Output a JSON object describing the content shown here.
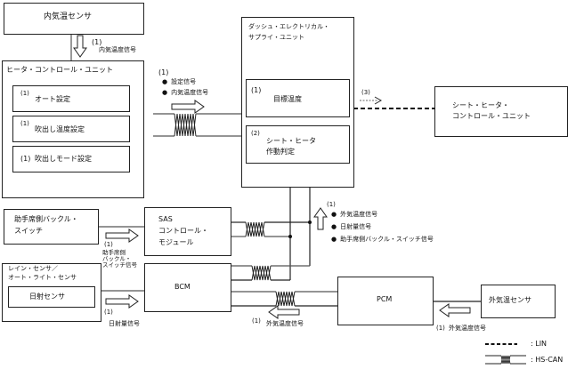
{
  "blocks": {
    "cabin_temp_sensor": "内気温センサ",
    "heater_control_unit": {
      "title": "ヒータ・コントロール・ユニット",
      "items": [
        {
          "num": "(1)",
          "label": "オート設定"
        },
        {
          "num": "(1)",
          "label": "吹出し温度設定"
        },
        {
          "num": "(1)",
          "label": "吹出しモード設定"
        }
      ]
    },
    "dsu": {
      "title_line1": "ダッシュ・エレクトリカル・",
      "title_line2": "サプライ・ユニット",
      "items": [
        {
          "num": "(1)",
          "label": "目標温度"
        },
        {
          "num": "(2)",
          "label_line1": "シート・ヒータ",
          "label_line2": "作動判定"
        }
      ]
    },
    "seat_heater_unit": {
      "line1": "シート・ヒータ・",
      "line2": "コントロール・ユニット"
    },
    "buckle_switch": {
      "line1": "助手席側バックル・",
      "line2": "スイッチ"
    },
    "sas": {
      "line1": "SAS",
      "line2": "コントロール・",
      "line3": "モジュール"
    },
    "rain_light_sensor": {
      "line1": "レイン・センサ／",
      "line2": "オート・ライト・センサ",
      "inner": "日射センサ"
    },
    "bcm": "BCM",
    "pcm": "PCM",
    "ambient_temp_sensor": "外気温センサ"
  },
  "signals": {
    "cabin_temp": {
      "num": "(1)",
      "label": "内気温度信号"
    },
    "hcu_to_dsu": {
      "num": "(1)",
      "items": [
        "設定信号",
        "内気温度信号"
      ]
    },
    "dsu_to_seat": {
      "num": "(3)"
    },
    "network_to_dsu": {
      "num": "(1)",
      "items": [
        "外気温度信号",
        "日射量信号",
        "助手席側バックル・スイッチ信号"
      ]
    },
    "buckle": {
      "num": "(1)",
      "line1": "助手席側",
      "line2": "バックル・",
      "line3": "スイッチ信号"
    },
    "solar": {
      "num": "(1)",
      "label": "日射量信号"
    },
    "pcm_to_bcm": {
      "num": "(1)",
      "label": "外気温度信号"
    },
    "ambient": {
      "num": "(1)",
      "label": "外気温度信号"
    }
  },
  "legend": {
    "lin": ": LIN",
    "hscan": ": HS-CAN"
  }
}
